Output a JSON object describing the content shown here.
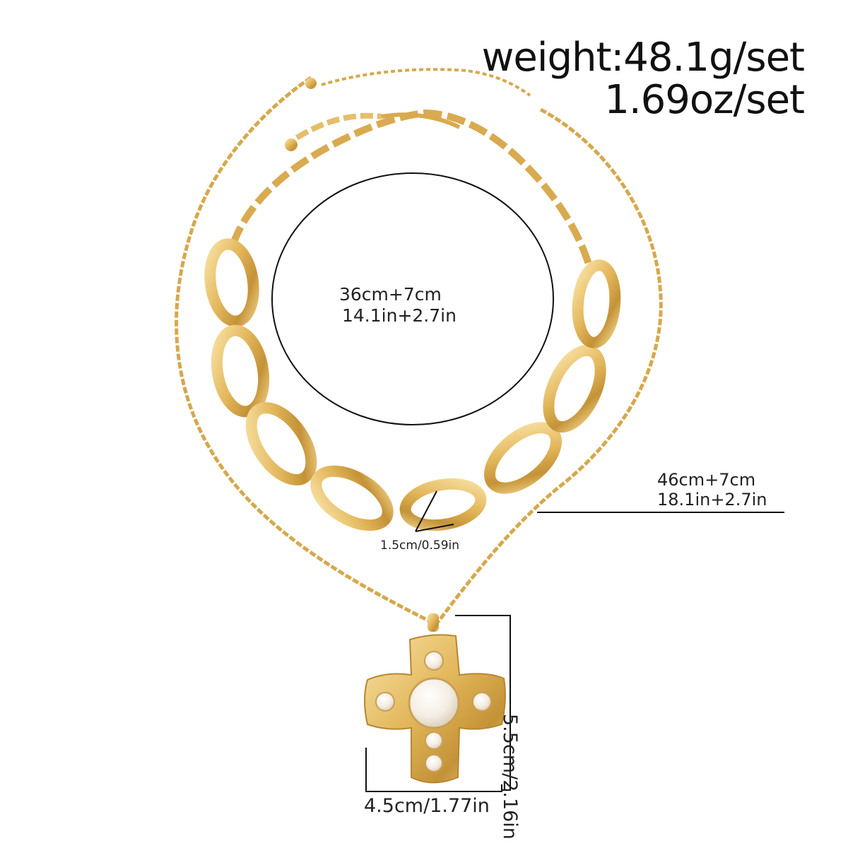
{
  "weight": {
    "line1": "weight:48.1g/set",
    "line2": "1.69oz/set"
  },
  "inner_necklace": {
    "length_cm": "36cm+7cm",
    "length_in": "14.1in+2.7in"
  },
  "outer_necklace": {
    "length_cm": "46cm+7cm",
    "length_in": "18.1in+2.7in"
  },
  "link_size": "1.5cm/0.59in",
  "pendant": {
    "width": "4.5cm/1.77in",
    "height": "5.5cm/2.16in"
  },
  "colors": {
    "gold": "#e2b65a",
    "gold_dark": "#b8862f",
    "gold_light": "#f7dfa0",
    "pearl": "#f6f0e6",
    "line": "#111111",
    "background": "#ffffff"
  }
}
